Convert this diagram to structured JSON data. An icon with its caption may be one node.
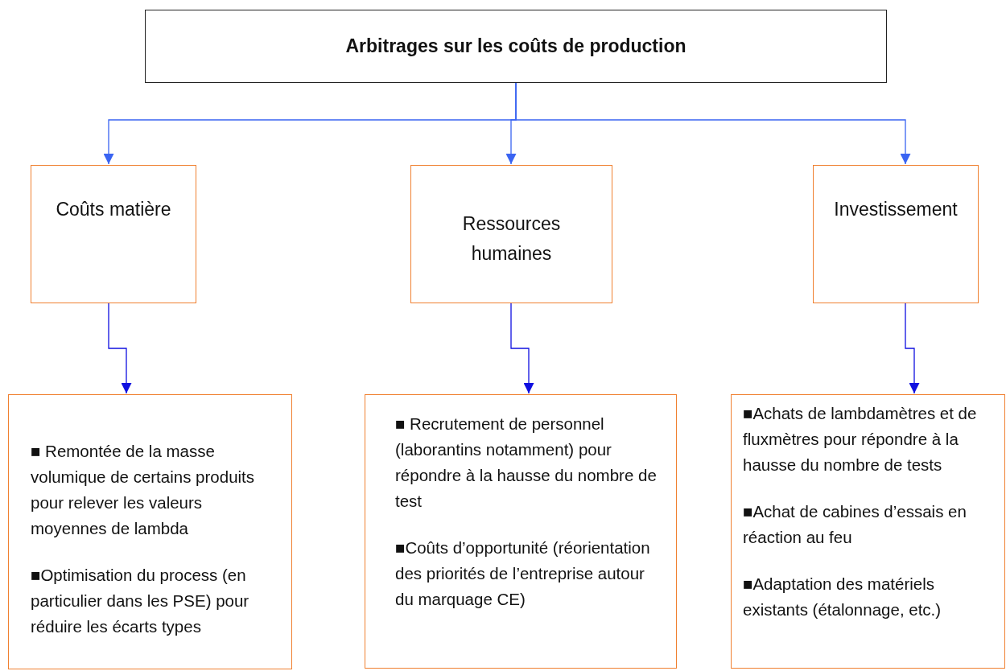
{
  "diagram": {
    "nodes": [
      {
        "text": [
          "Arbitrages sur les coûts de production"
        ]
      },
      {
        "text": [
          "Coûts matière"
        ]
      },
      {
        "text": [
          "Ressources humaines"
        ]
      },
      {
        "text": [
          "Investissement"
        ]
      },
      {
        "text": [
          "■ Remontée de la masse volumique de certains produits pour relever les valeurs moyennes de lambda",
          "■Optimisation du process (en particulier dans les PSE) pour réduire les écarts types"
        ]
      },
      {
        "text": [
          "■  Recrutement de personnel (laborantins notamment) pour répondre à la hausse du nombre de test",
          "■Coûts d’opportunité (réorientation des priorités de l’entreprise autour du marquage CE)"
        ]
      },
      {
        "text": [
          "■Achats de lambdamètres et de fluxmètres pour répondre à la hausse du nombre de tests",
          "■Achat de cabines d’essais en réaction au feu",
          "■Adaptation des matériels existants (étalonnage, etc.)"
        ]
      }
    ],
    "edges": [
      {
        "from": 0,
        "to": 1,
        "arrow": "to"
      },
      {
        "from": 0,
        "to": 2,
        "arrow": "to"
      },
      {
        "from": 0,
        "to": 3,
        "arrow": "to"
      },
      {
        "from": 1,
        "to": 4,
        "arrow": "to",
        "color": "#1010e0"
      },
      {
        "from": 2,
        "to": 5,
        "arrow": "to",
        "color": "#1010e0"
      },
      {
        "from": 3,
        "to": 6,
        "arrow": "to",
        "color": "#1010e0"
      }
    ]
  }
}
